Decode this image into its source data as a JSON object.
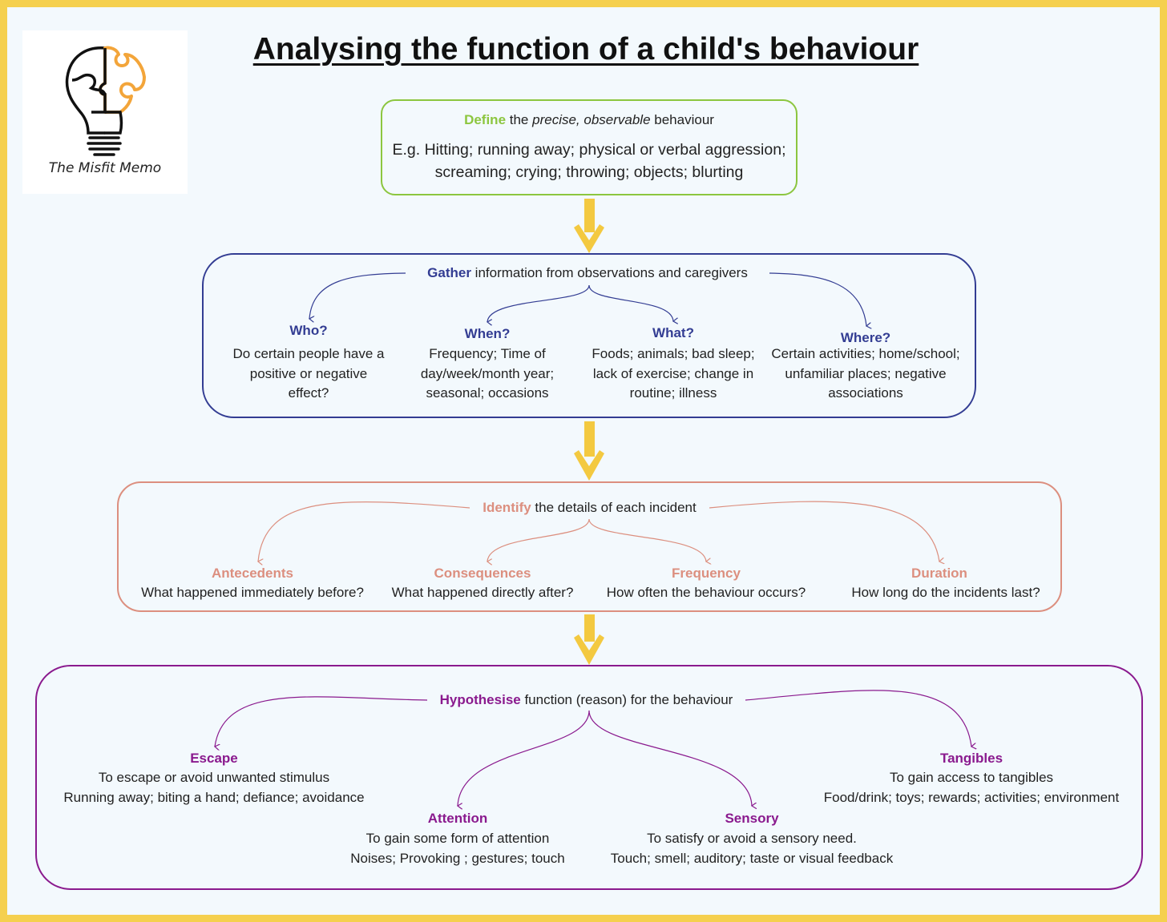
{
  "title": "Analysing the function of a child's behaviour",
  "logo": {
    "text": "The Misfit Memo"
  },
  "colors": {
    "border": "#f5d04e",
    "arrow": "#f3c940",
    "define": "#8cc63f",
    "gather": "#333d93",
    "identify": "#dc8f7f",
    "hypothesise": "#8a1a8e"
  },
  "define": {
    "keyword": "Define",
    "text_a": " the ",
    "text_italic": "precise, observable",
    "text_b": " behaviour",
    "example_line1": "E.g. Hitting; running away; physical or verbal aggression;",
    "example_line2": "screaming; crying; throwing; objects; blurting"
  },
  "gather": {
    "keyword": "Gather",
    "text": " information from observations and caregivers",
    "items": [
      {
        "title": "Who?",
        "desc": "Do certain people have a positive or negative effect?"
      },
      {
        "title": "When?",
        "desc": "Frequency; Time of day/week/month year; seasonal; occasions"
      },
      {
        "title": "What?",
        "desc": "Foods; animals; bad sleep; lack of exercise; change in routine; illness"
      },
      {
        "title": "Where?",
        "desc": "Certain activities; home/school; unfamiliar places; negative associations"
      }
    ]
  },
  "identify": {
    "keyword": "Identify",
    "text": " the details of each incident",
    "items": [
      {
        "title": "Antecedents",
        "desc": "What happened immediately before?"
      },
      {
        "title": "Consequences",
        "desc": "What happened directly after?"
      },
      {
        "title": "Frequency",
        "desc": "How often the behaviour occurs?"
      },
      {
        "title": "Duration",
        "desc": "How long do the incidents last?"
      }
    ]
  },
  "hypothesise": {
    "keyword": "Hypothesise",
    "text": " function (reason) for the behaviour",
    "items": [
      {
        "title": "Escape",
        "line1": "To escape or avoid unwanted stimulus",
        "line2": "Running away; biting a hand; defiance; avoidance"
      },
      {
        "title": "Attention",
        "line1": "To gain some form of attention",
        "line2": "Noises; Provoking ; gestures; touch"
      },
      {
        "title": "Sensory",
        "line1": "To satisfy or avoid a sensory need.",
        "line2": "Touch; smell; auditory; taste or visual feedback"
      },
      {
        "title": "Tangibles",
        "line1": "To gain access to tangibles",
        "line2": "Food/drink; toys; rewards; activities; environment"
      }
    ]
  }
}
